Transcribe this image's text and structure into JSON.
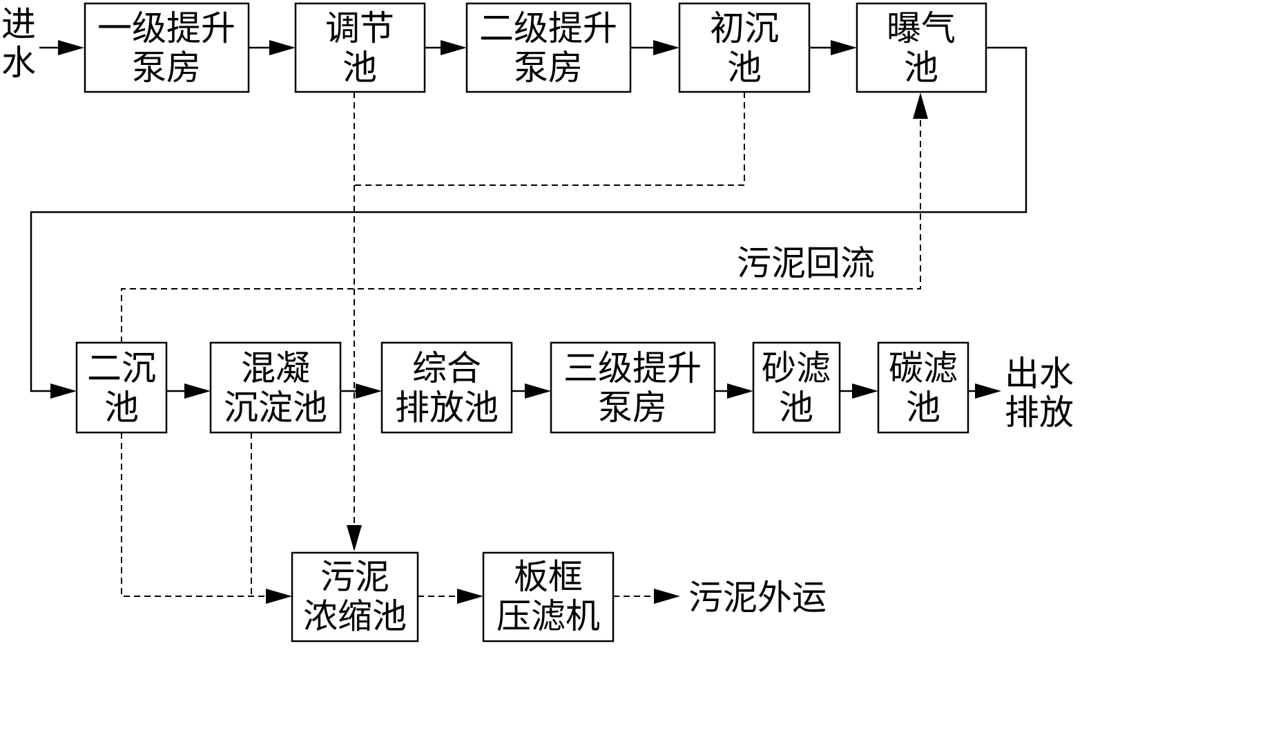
{
  "inlet": {
    "line1": "进",
    "line2": "水"
  },
  "nodes": {
    "lift1": {
      "line1": "一级提升",
      "line2": "泵房"
    },
    "equalization": {
      "line1": "调节",
      "line2": "池"
    },
    "lift2": {
      "line1": "二级提升",
      "line2": "泵房"
    },
    "primary": {
      "line1": "初沉",
      "line2": "池"
    },
    "aeration": {
      "line1": "曝气",
      "line2": "池"
    },
    "secondary": {
      "line1": "二沉",
      "line2": "池"
    },
    "coagulation": {
      "line1": "混凝",
      "line2": "沉淀池"
    },
    "discharge": {
      "line1": "综合",
      "line2": "排放池"
    },
    "lift3": {
      "line1": "三级提升",
      "line2": "泵房"
    },
    "sand": {
      "line1": "砂滤",
      "line2": "池"
    },
    "carbon": {
      "line1": "碳滤",
      "line2": "池"
    },
    "thickener": {
      "line1": "污泥",
      "line2": "浓缩池"
    },
    "filterpress": {
      "line1": "板框",
      "line2": "压滤机"
    }
  },
  "outlet": {
    "line1": "出水",
    "line2": "排放"
  },
  "labels": {
    "sludge_return": "污泥回流",
    "sludge_out": "污泥外运"
  },
  "colors": {
    "line": "#000000",
    "background": "#ffffff"
  }
}
